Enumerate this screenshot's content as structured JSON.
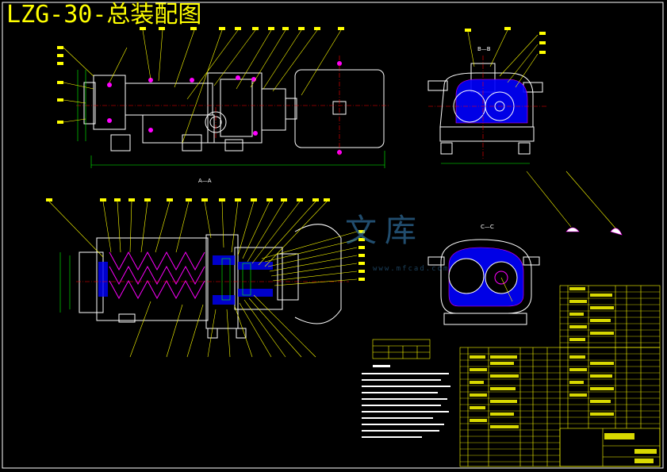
{
  "title": "LZG-30-总装配图",
  "views": {
    "section_aa": "A—A",
    "section_bb": "B—B",
    "section_cc": "C—C"
  },
  "watermark": {
    "text": "文库",
    "sub": "www.mfcad.com"
  },
  "colors": {
    "background": "#000000",
    "title": "#ffff00",
    "outline": "#ffffff",
    "dimension": "#00ff00",
    "leader": "#ffff00",
    "hatch": "#ff00ff",
    "section": "#0000ff",
    "centerline": "#ff0000",
    "table": "#ffff00"
  }
}
